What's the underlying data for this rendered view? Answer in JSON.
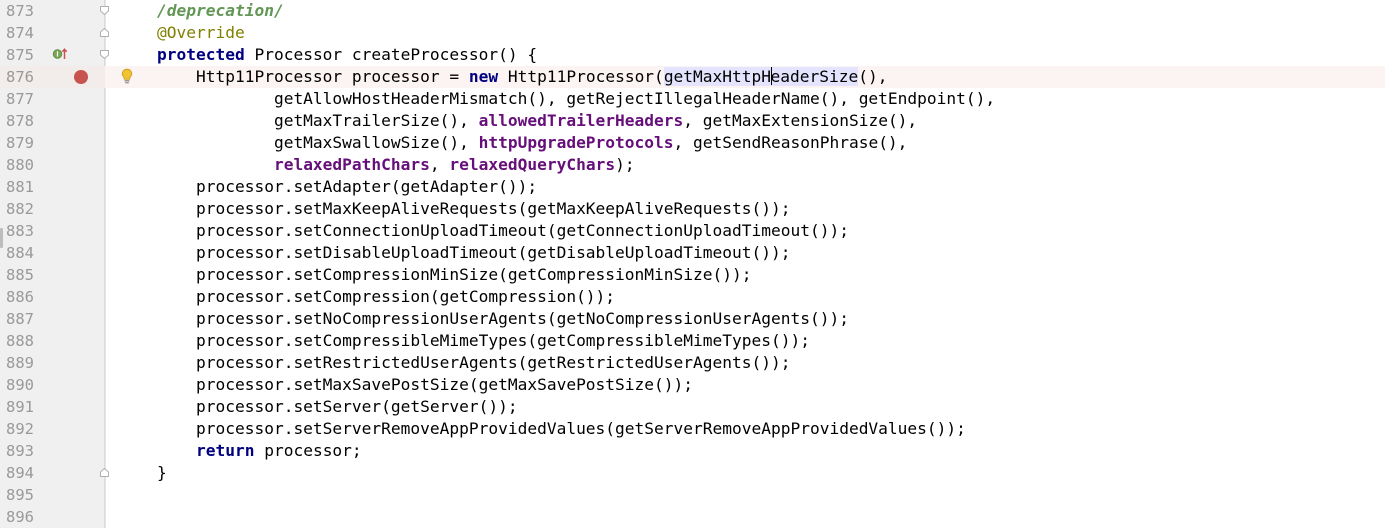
{
  "editor": {
    "lines": [
      {
        "number": "873",
        "seg": [
          "/deprecation/"
        ]
      },
      {
        "number": "874",
        "seg": [
          "@Override"
        ]
      },
      {
        "number": "875",
        "seg": [
          "protected",
          " Processor createProcessor() {"
        ]
      },
      {
        "number": "876",
        "seg": [
          "    Http11Processor processor = ",
          "new",
          " Http11Processor(",
          "getMaxHttpH",
          "eaderSize",
          "(),"
        ]
      },
      {
        "number": "877",
        "seg": [
          "            getAllowHostHeaderMismatch(), getRejectIllegalHeaderName(), getEndpoint(),"
        ]
      },
      {
        "number": "878",
        "seg": [
          "            getMaxTrailerSize(), ",
          "allowedTrailerHeaders",
          ", getMaxExtensionSize(),"
        ]
      },
      {
        "number": "879",
        "seg": [
          "            getMaxSwallowSize(), ",
          "httpUpgradeProtocols",
          ", getSendReasonPhrase(),"
        ]
      },
      {
        "number": "880",
        "seg": [
          "            ",
          "relaxedPathChars",
          ", ",
          "relaxedQueryChars",
          ");"
        ]
      },
      {
        "number": "881",
        "seg": [
          "    processor.setAdapter(getAdapter());"
        ]
      },
      {
        "number": "882",
        "seg": [
          "    processor.setMaxKeepAliveRequests(getMaxKeepAliveRequests());"
        ]
      },
      {
        "number": "883",
        "seg": [
          "    processor.setConnectionUploadTimeout(getConnectionUploadTimeout());"
        ]
      },
      {
        "number": "884",
        "seg": [
          "    processor.setDisableUploadTimeout(getDisableUploadTimeout());"
        ]
      },
      {
        "number": "885",
        "seg": [
          "    processor.setCompressionMinSize(getCompressionMinSize());"
        ]
      },
      {
        "number": "886",
        "seg": [
          "    processor.setCompression(getCompression());"
        ]
      },
      {
        "number": "887",
        "seg": [
          "    processor.setNoCompressionUserAgents(getNoCompressionUserAgents());"
        ]
      },
      {
        "number": "888",
        "seg": [
          "    processor.setCompressibleMimeTypes(getCompressibleMimeTypes());"
        ]
      },
      {
        "number": "889",
        "seg": [
          "    processor.setRestrictedUserAgents(getRestrictedUserAgents());"
        ]
      },
      {
        "number": "890",
        "seg": [
          "    processor.setMaxSavePostSize(getMaxSavePostSize());"
        ]
      },
      {
        "number": "891",
        "seg": [
          "    processor.setServer(getServer());"
        ]
      },
      {
        "number": "892",
        "seg": [
          "    processor.setServerRemoveAppProvidedValues(getServerRemoveAppProvidedValues());"
        ]
      },
      {
        "number": "893",
        "seg": [
          "    ",
          "return",
          " processor;"
        ]
      },
      {
        "number": "894",
        "seg": [
          "}"
        ]
      },
      {
        "number": "895",
        "seg": [
          ""
        ]
      },
      {
        "number": "896",
        "seg": [
          ""
        ]
      }
    ]
  },
  "gutter_icons": {
    "breakpoint_line": "876",
    "override_line": "875",
    "intention_bulb_line": "876",
    "fold_start_lines": [
      "873",
      "875"
    ],
    "fold_end_lines": [
      "894"
    ]
  },
  "colors": {
    "keyword": "#000080",
    "annotation": "#808000",
    "doc_tag": "#629755",
    "field": "#660e7a",
    "breakpoint": "#c75450",
    "current_line": "#fcf4f2",
    "identifier_highlight": "#e4e4ff"
  }
}
